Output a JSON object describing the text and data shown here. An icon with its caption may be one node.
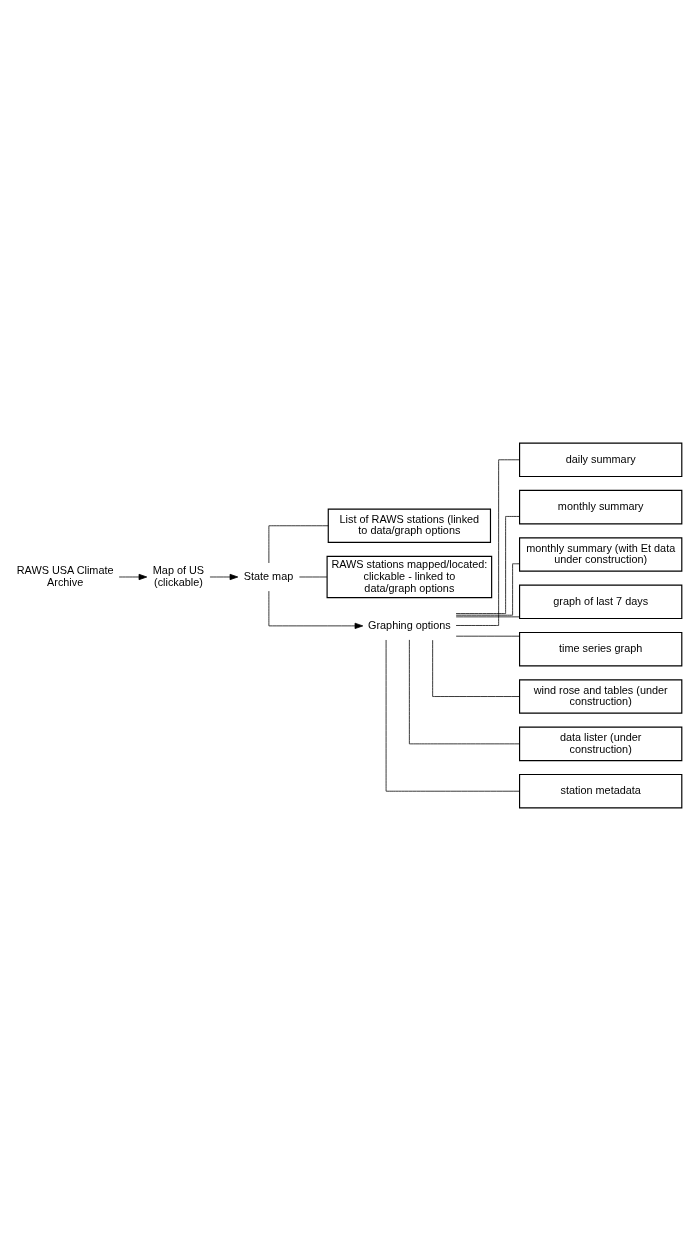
{
  "diagram": {
    "nodes": [
      {
        "text": [
          "RAWS USA Climate Archive"
        ]
      },
      {
        "text": [
          "Map of US (clickable)"
        ]
      },
      {
        "text": [
          "State map"
        ]
      },
      {
        "text": [
          "List of RAWS stations (linked to data/graph options"
        ]
      },
      {
        "text": [
          "RAWS stations mapped/located: clickable - linked to data/graph options"
        ]
      },
      {
        "text": [
          "Graphing options"
        ]
      },
      {
        "text": [
          "daily summary"
        ]
      },
      {
        "text": [
          "monthly summary"
        ]
      },
      {
        "text": [
          "monthly summary (with Et data under construction)"
        ]
      },
      {
        "text": [
          "graph of last 7 days"
        ]
      },
      {
        "text": [
          "time series graph"
        ]
      },
      {
        "text": [
          "wind rose and tables (under construction)"
        ]
      },
      {
        "text": [
          "data lister (under construction)"
        ]
      },
      {
        "text": [
          "station metadata"
        ]
      }
    ],
    "edges": [
      {
        "from": 0,
        "to": 1,
        "arrow": "to"
      },
      {
        "from": 1,
        "to": 2,
        "arrow": "to"
      },
      {
        "from": 2,
        "to": 3,
        "arrow": "none"
      },
      {
        "from": 2,
        "to": 4,
        "arrow": "none"
      },
      {
        "from": 2,
        "to": 5,
        "arrow": "to"
      },
      {
        "from": 5,
        "to": 6,
        "arrow": "none"
      },
      {
        "from": 5,
        "to": 7,
        "arrow": "none"
      },
      {
        "from": 5,
        "to": 8,
        "arrow": "none"
      },
      {
        "from": 5,
        "to": 9,
        "arrow": "none"
      },
      {
        "from": 5,
        "to": 10,
        "arrow": "none"
      },
      {
        "from": 5,
        "to": 11,
        "arrow": "none"
      },
      {
        "from": 5,
        "to": 12,
        "arrow": "none"
      },
      {
        "from": 5,
        "to": 13,
        "arrow": "none"
      }
    ]
  }
}
